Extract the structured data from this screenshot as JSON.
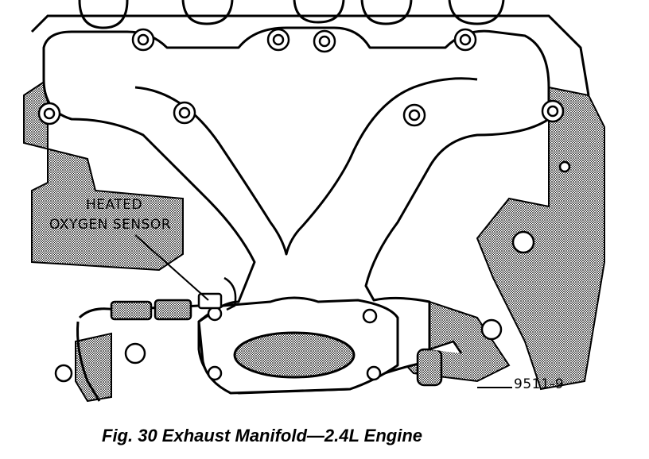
{
  "callout": {
    "line1": "HEATED",
    "line2": "OXYGEN SENSOR"
  },
  "part_number": "9511-9",
  "caption": "Fig. 30 Exhaust Manifold—2.4L Engine",
  "colors": {
    "ink": "#000000",
    "paper": "#ffffff",
    "shade": "#6a6a6a"
  }
}
